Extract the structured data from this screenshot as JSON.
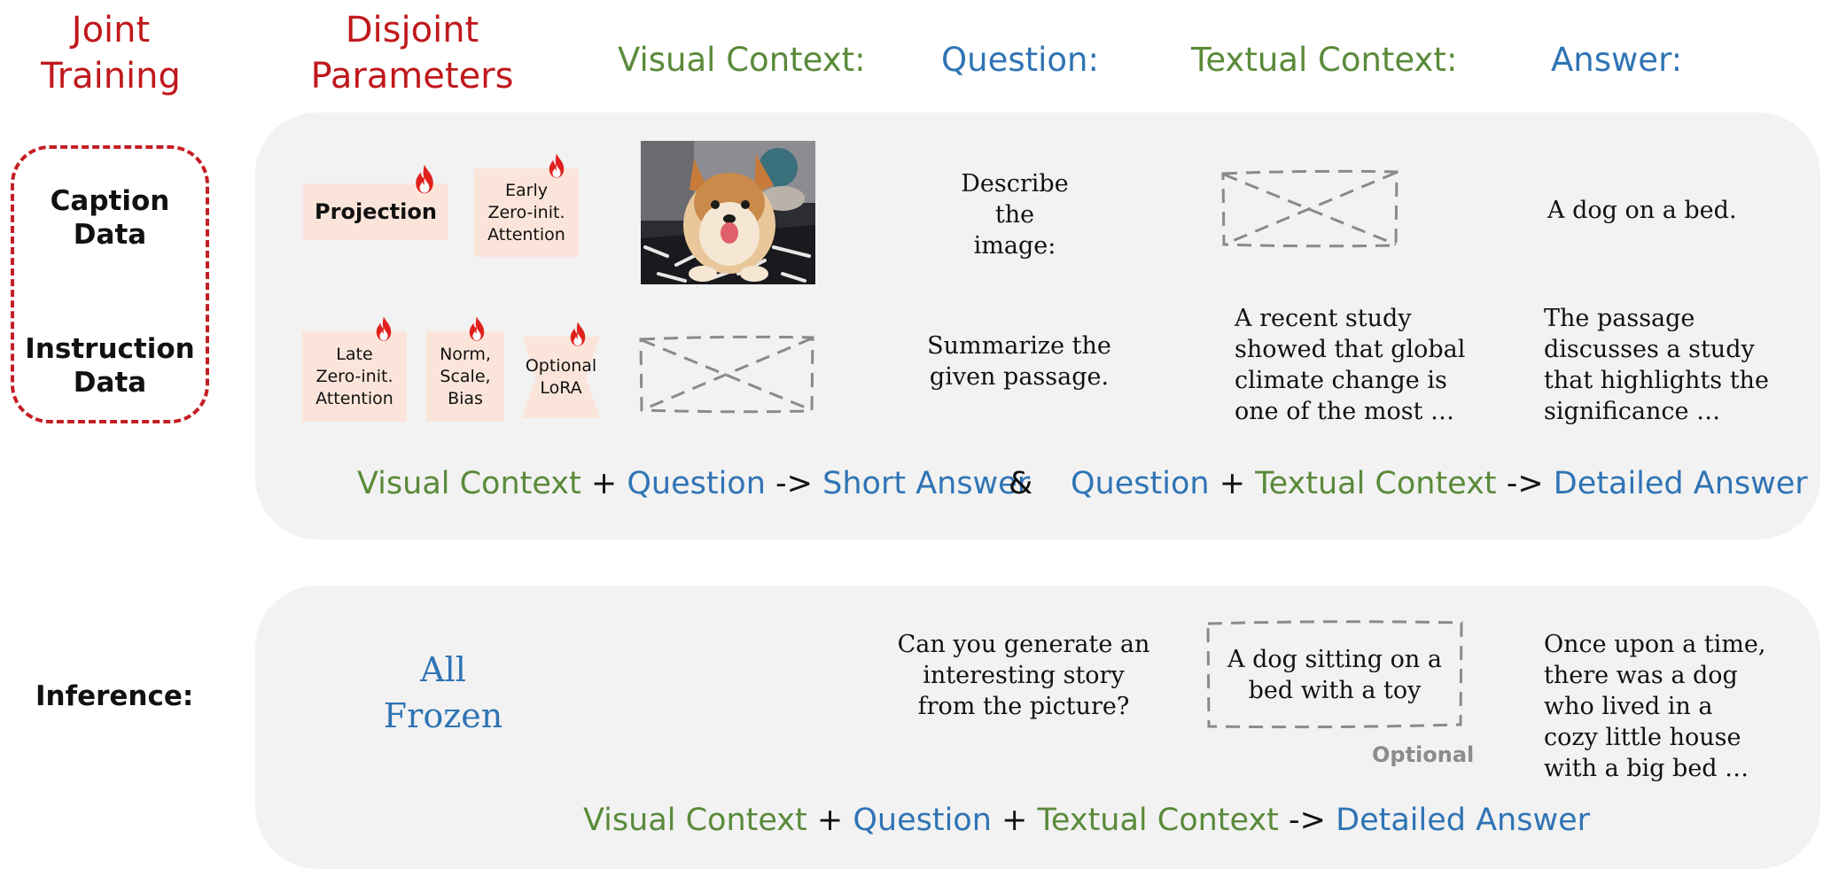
{
  "headers": {
    "joint_training": [
      "Joint",
      "Training"
    ],
    "disjoint_parameters": [
      "Disjoint",
      "Parameters"
    ],
    "visual_context": "Visual Context:",
    "question": "Question:",
    "textual_context": "Textual Context:",
    "answer": "Answer:"
  },
  "training": {
    "caption_label": [
      "Caption",
      "Data"
    ],
    "instruction_label": [
      "Instruction",
      "Data"
    ],
    "caption_cards": [
      {
        "lines": [
          "Projection"
        ]
      },
      {
        "lines": [
          "Early",
          "Zero-init.",
          "Attention"
        ]
      }
    ],
    "instruction_cards": [
      {
        "lines": [
          "Late",
          "Zero-init.",
          "Attention"
        ]
      },
      {
        "lines": [
          "Norm,",
          "Scale,",
          "Bias"
        ]
      },
      {
        "lines": [
          "Optional",
          "LoRA"
        ]
      }
    ],
    "caption_question": [
      "Describe",
      "the",
      "image:"
    ],
    "caption_answer": "A dog on a bed.",
    "instruction_question": [
      "Summarize the",
      "given passage."
    ],
    "instruction_context": [
      "A recent study",
      "showed that global",
      "climate change is",
      "one of the most …"
    ],
    "instruction_answer": [
      "The passage",
      "discusses a study",
      "that highlights the",
      "significance …"
    ],
    "formula": {
      "visual_context": "Visual Context",
      "plus1": "+",
      "question": "Question",
      "arrow1": "->",
      "short_answer": "Short Answer",
      "amp": "&",
      "question2": "Question",
      "plus2": "+",
      "textual_context": "Textual Context",
      "arrow2": "->",
      "detailed_answer": "Detailed Answer"
    }
  },
  "inference": {
    "label": "Inference:",
    "all_frozen": [
      "All",
      "Frozen"
    ],
    "question": [
      "Can you generate an",
      "interesting story",
      "from the picture?"
    ],
    "context": [
      "A dog sitting on a",
      "bed with a toy"
    ],
    "optional": "Optional",
    "answer": [
      "Once upon a time,",
      "there was a dog",
      "who lived in a",
      "cozy little house",
      "with a big bed …"
    ],
    "formula": {
      "visual_context": "Visual Context",
      "plus1": "+",
      "question": "Question",
      "plus2": "+",
      "textual_context": "Textual Context",
      "arrow": "->",
      "detailed_answer": "Detailed Answer"
    }
  },
  "icons": [
    "fire-icon",
    "dog-photo",
    "placeholder-cross-icon"
  ],
  "colors": {
    "red": "#c0181c",
    "green": "#5a8a3a",
    "blue": "#2f74b5",
    "panel": "#f2f2f2",
    "card": "#fbe5da"
  }
}
